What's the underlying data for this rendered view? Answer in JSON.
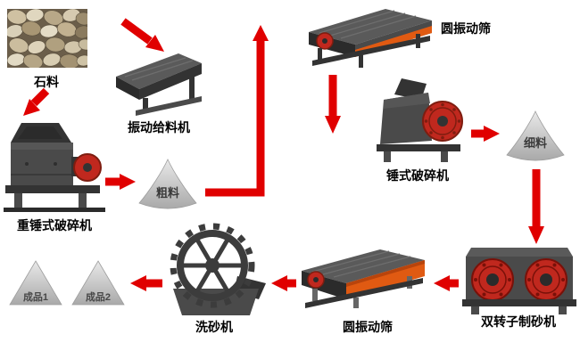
{
  "diagram": {
    "type": "process-flow",
    "nodes": {
      "stone": {
        "label": "石料"
      },
      "feeder": {
        "label": "振动给料机"
      },
      "heavy_hammer_crusher": {
        "label": "重锤式破碎机"
      },
      "coarse_material": {
        "label": "粗料"
      },
      "circular_screen_top": {
        "label": "圆振动筛"
      },
      "hammer_crusher": {
        "label": "锤式破碎机"
      },
      "fine_material": {
        "label": "细料"
      },
      "double_rotor_sand_maker": {
        "label": "双转子制砂机"
      },
      "circular_screen_bottom": {
        "label": "圆振动筛"
      },
      "sand_washer": {
        "label": "洗砂机"
      },
      "product_1": {
        "label": "成品1"
      },
      "product_2": {
        "label": "成品2"
      }
    },
    "flow": [
      {
        "from": "stone",
        "to": "feeder"
      },
      {
        "from": "stone",
        "to": "heavy_hammer_crusher"
      },
      {
        "from": "heavy_hammer_crusher",
        "to": "coarse_material"
      },
      {
        "from": "coarse_material",
        "to": "circular_screen_top"
      },
      {
        "from": "circular_screen_top",
        "to": "hammer_crusher"
      },
      {
        "from": "hammer_crusher",
        "to": "fine_material"
      },
      {
        "from": "fine_material",
        "to": "double_rotor_sand_maker"
      },
      {
        "from": "double_rotor_sand_maker",
        "to": "circular_screen_bottom"
      },
      {
        "from": "circular_screen_bottom",
        "to": "sand_washer"
      },
      {
        "from": "sand_washer",
        "to": [
          "product_1",
          "product_2"
        ]
      }
    ]
  },
  "colors": {
    "background": "#ffffff",
    "arrow_red": "#e00000",
    "machine_body": "#4a4a4a",
    "machine_accent_orange": "#e05a12",
    "wheel_red": "#c0281e"
  }
}
